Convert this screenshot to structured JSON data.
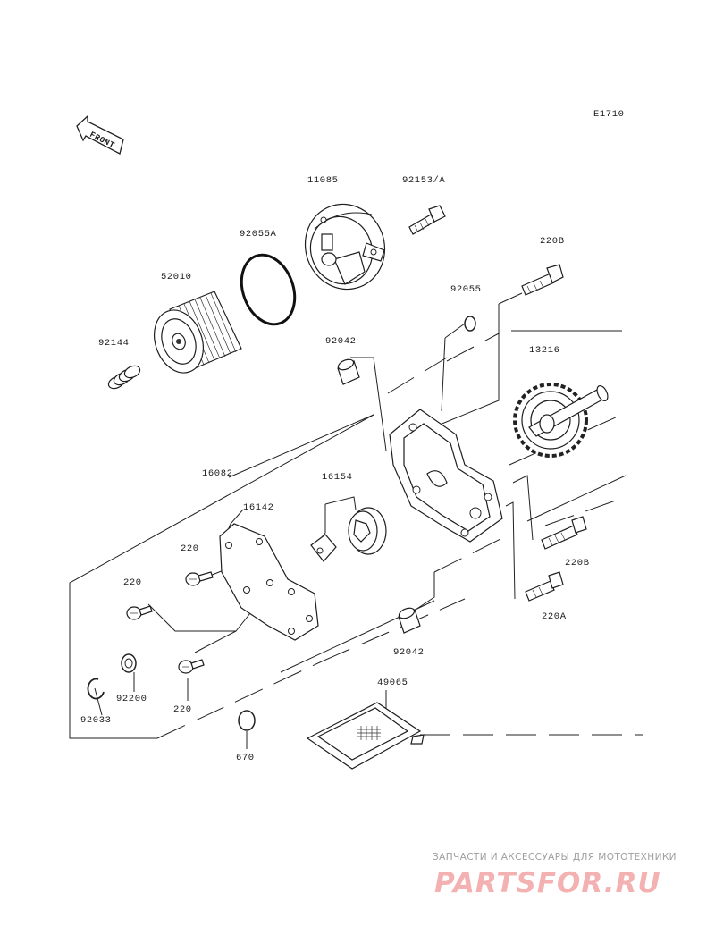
{
  "diagram_code": "E1710",
  "front_label": "FRONT",
  "parts": {
    "p11085": "11085",
    "p92153a": "92153/A",
    "p92055a": "92055A",
    "p52010": "52010",
    "p92144": "92144",
    "p220b_top": "220B",
    "p92055": "92055",
    "p92042_top": "92042",
    "p13216": "13216",
    "p16082": "16082",
    "p16154": "16154",
    "p16142": "16142",
    "p220_a": "220",
    "p220_b": "220",
    "p220_c": "220",
    "p220b_mid": "220B",
    "p220a": "220A",
    "p92042_bot": "92042",
    "p92200": "92200",
    "p92033": "92033",
    "p49065": "49065",
    "p670": "670"
  },
  "watermark": {
    "subtitle": "ЗАПЧАСТИ И АКСЕССУАРЫ ДЛЯ МОТОТЕХНИКИ",
    "brand": "PARTSFOR.RU"
  }
}
